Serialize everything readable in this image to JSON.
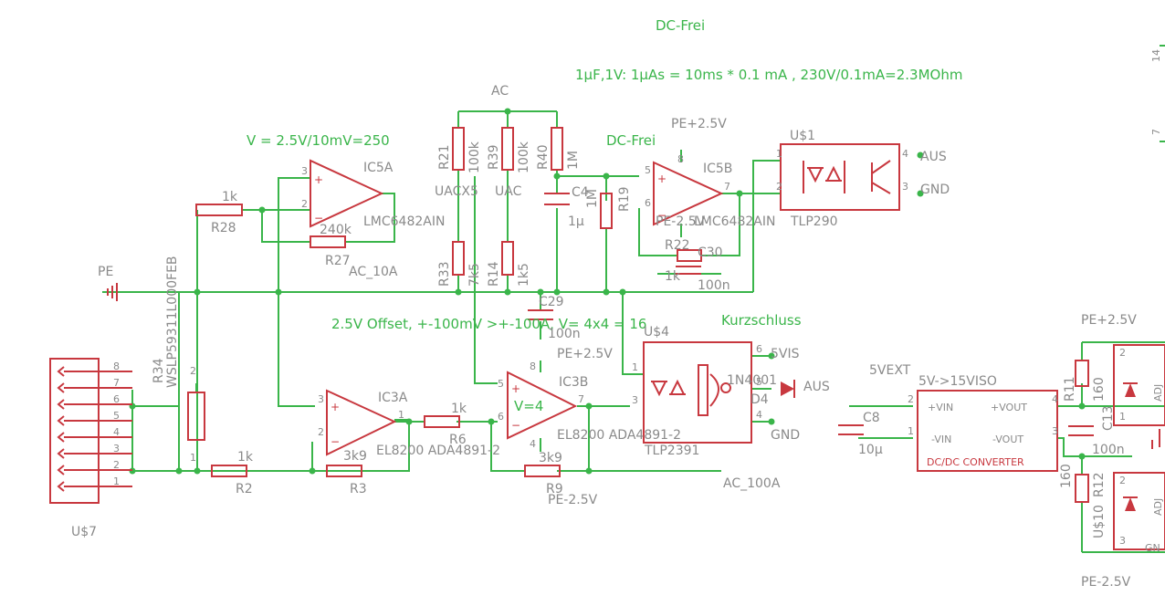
{
  "notes": {
    "dc_frei_top": "DC-Frei",
    "formula": "1µF,1V: 1µAs = 10ms * 0.1 mA , 230V/0.1mA=2.3MOhm",
    "gain_note": "V = 2.5V/10mV=250",
    "offset_note": "2.5V  Offset, +-100mV >+-100A, V= 4x4 = 16",
    "dc_frei_mid": "DC-Frei",
    "kurzschluss": "Kurzschluss",
    "v4": "V=4"
  },
  "nets": {
    "ac": "AC",
    "pe_main": "PE",
    "pe_plus_ic5": "PE+2.5V",
    "pe_minus_ic5": "PE-2.5V",
    "pe_plus_ic3": "PE+2.5V",
    "pe_minus_ic3": "PE-2.5V",
    "uacx5": "UACX5",
    "uac": "UAC",
    "ac_10a": "AC_10A",
    "ac_100a": "AC_100A",
    "aus1": "AUS",
    "gnd1": "GND",
    "five_vis": "5VIS",
    "aus2": "AUS",
    "gnd2": "GND",
    "five_vext": "5VEXT",
    "conv_label": "5V->15VISO",
    "pe_plus_right": "PE+2.5V",
    "pe_minus_right": "PE-2.5V"
  },
  "parts": {
    "r28": {
      "name": "R28",
      "value": "1k"
    },
    "r27": {
      "name": "R27",
      "value": "240k"
    },
    "r21": {
      "name": "R21",
      "value": "100k"
    },
    "r39": {
      "name": "R39",
      "value": "100k"
    },
    "r40": {
      "name": "R40",
      "value": "1M"
    },
    "r33": {
      "name": "R33",
      "value": "7k5"
    },
    "r14": {
      "name": "R14",
      "value": "1k5"
    },
    "c4": {
      "name": "C4",
      "value": "1µ"
    },
    "r19": {
      "name": "R19",
      "value": "1M"
    },
    "r22": {
      "name": "R22",
      "value": "1k"
    },
    "c30": {
      "name": "C30",
      "value": "100n"
    },
    "c29": {
      "name": "C29",
      "value": "100n"
    },
    "r34": {
      "name": "R34",
      "value": "WSLP59311L000FEB"
    },
    "r2": {
      "name": "R2",
      "value": "1k"
    },
    "r3": {
      "name": "R3",
      "value": "3k9"
    },
    "r6": {
      "name": "R6",
      "value": "1k"
    },
    "r9": {
      "name": "R9",
      "value": "3k9"
    },
    "c8": {
      "name": "C8",
      "value": "10µ"
    },
    "c13": {
      "name": "C13",
      "value": "100n"
    },
    "r11": {
      "name": "R11",
      "value": "160"
    },
    "r12": {
      "name": "R12",
      "value": "160"
    },
    "u10": {
      "name": "U$10"
    },
    "ic5a": {
      "name": "IC5A",
      "value": "LMC6482AIN"
    },
    "ic5b": {
      "name": "IC5B",
      "value": "LMC6482AIN"
    },
    "ic3a": {
      "name": "IC3A",
      "value": "EL8200 ADA4891-2"
    },
    "ic3b": {
      "name": "IC3B",
      "value": "EL8200 ADA4891-2"
    },
    "us1": {
      "name": "U$1",
      "value": "TLP290"
    },
    "us4": {
      "name": "U$4",
      "value": "TLP2391"
    },
    "us7": {
      "name": "U$7"
    },
    "d4": {
      "name": "D4",
      "value": "1N4001"
    },
    "conv": {
      "name": "DC/DC CONVERTER",
      "pin_vin_p": "+VIN",
      "pin_vin_n": "-VIN",
      "pin_vout_p": "+VOUT",
      "pin_vout_n": "-VOUT"
    },
    "adj": "ADJ"
  },
  "edge_texts": {
    "n14": "14",
    "n7": "7",
    "gn": "GN"
  },
  "pins": {
    "c5a": [
      "3",
      "2"
    ],
    "c5b": [
      "8",
      "5",
      "6",
      "7"
    ],
    "c3a": [
      "3",
      "2",
      "1"
    ],
    "c3b": [
      "8",
      "5",
      "6",
      "7",
      "4"
    ],
    "r34": [
      "2",
      "1"
    ],
    "us1": [
      "1",
      "2",
      "4",
      "3"
    ],
    "us4": [
      "1",
      "3",
      "6",
      "5",
      "4"
    ],
    "conv": [
      "2",
      "1",
      "4",
      "3"
    ],
    "right": [
      "2",
      "1",
      "2",
      "3",
      "3"
    ],
    "u7": [
      "8",
      "7",
      "6",
      "5",
      "4",
      "3",
      "2",
      "1"
    ]
  }
}
